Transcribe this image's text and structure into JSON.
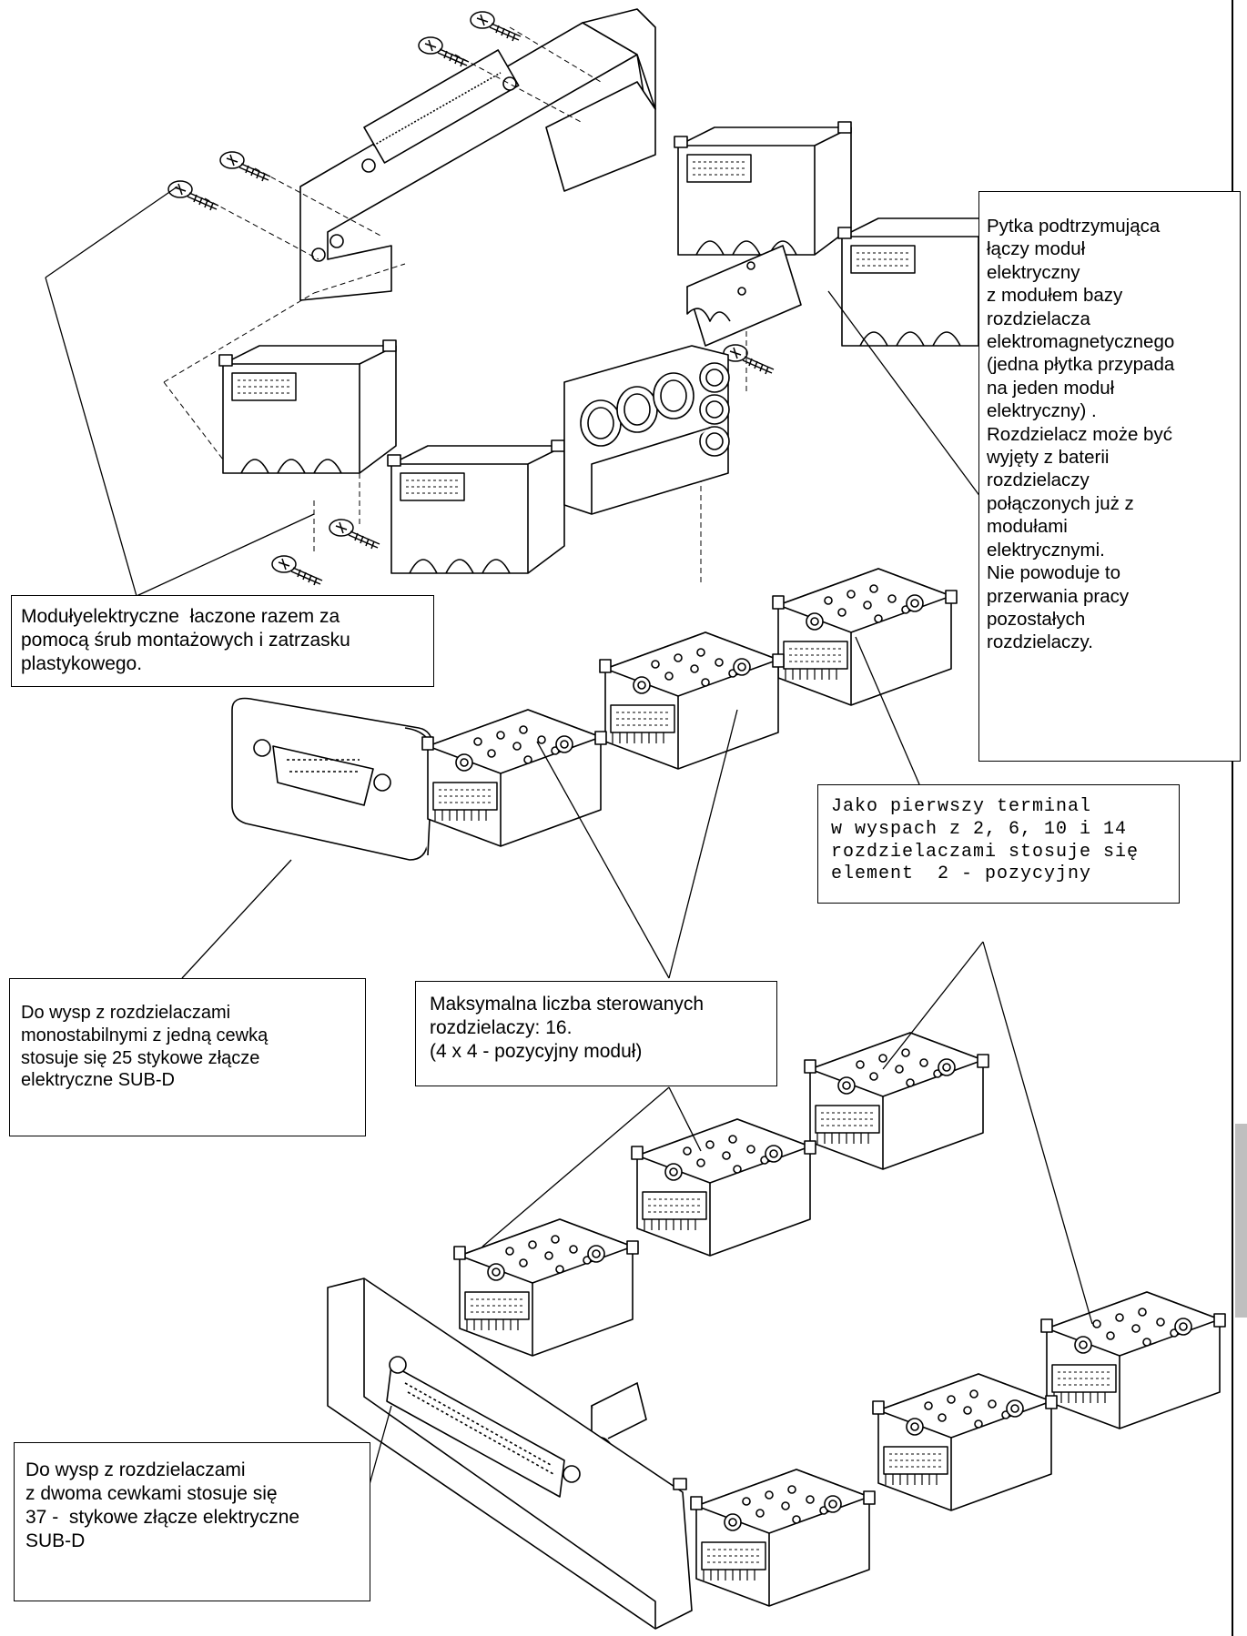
{
  "callouts": {
    "screws": {
      "lines": [
        "Modułyelektryczne  łaczone razem za",
        "pomocą śrub montażowych i zatrzasku",
        "plastykowego."
      ]
    },
    "plate": {
      "lines": [
        "Pytka podtrzymująca",
        "łączy moduł",
        "elektryczny",
        "z modułem bazy",
        "rozdzielacza",
        "elektromagnetycznego",
        "(jedna płytka przypada",
        "na jeden moduł",
        "elektryczny) .",
        "Rozdzielacz może być",
        "wyjęty z baterii",
        "rozdzielaczy",
        "połączonych już z",
        "modułami",
        "elektrycznymi.",
        "Nie powoduje to",
        "przerwania pracy",
        "pozostałych",
        "rozdzielaczy."
      ]
    },
    "first_terminal": {
      "lines": [
        "Jako pierwszy terminal",
        "w wyspach z 2, 6, 10 i 14",
        "rozdzielaczami stosuje się",
        "element  2 - pozycyjny"
      ]
    },
    "max_valves": {
      "lines": [
        "Maksymalna liczba sterowanych",
        "rozdzielaczy: 16.",
        "(4 x 4 - pozycyjny moduł)"
      ]
    },
    "subd25": {
      "lines": [
        "Do wysp z rozdzielaczami",
        "monostabilnymi z jedną cewką",
        "stosuje się 25 stykowe złącze",
        "elektryczne SUB-D"
      ]
    },
    "subd37": {
      "lines": [
        "Do wysp z rozdzielaczami",
        "z dwoma cewkami stosuje się",
        "37 -  stykowe złącze elektryczne",
        "SUB-D"
      ]
    }
  }
}
